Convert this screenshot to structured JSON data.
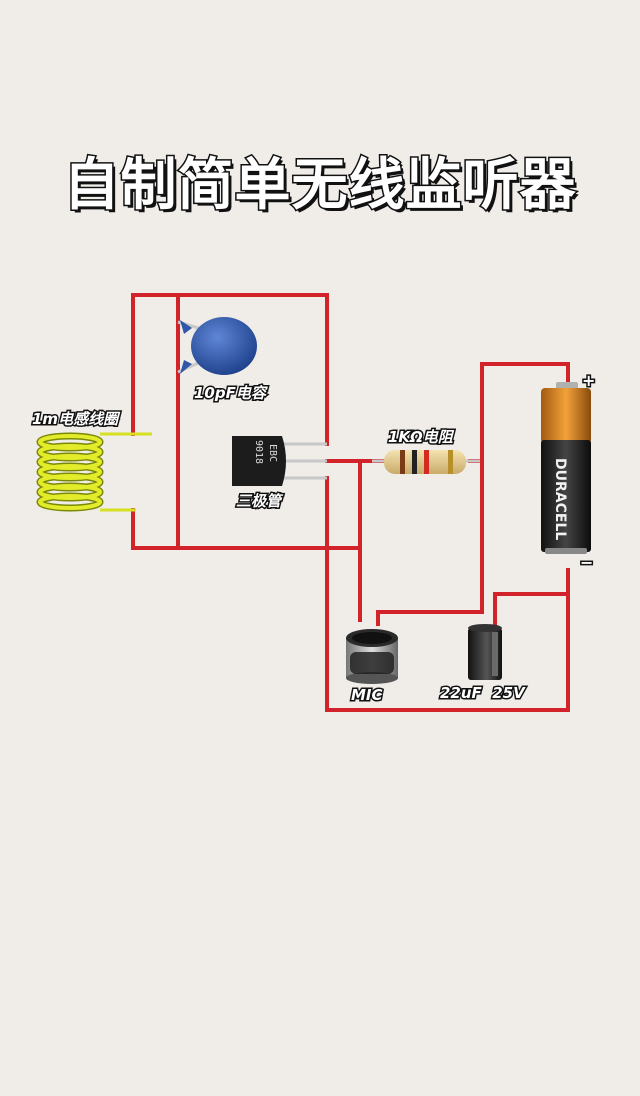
{
  "title": "自制简单无线监听器",
  "components": {
    "coil": {
      "label": "1m电感线圈",
      "icon": "coil-icon"
    },
    "capacitor_10pf": {
      "label": "10pF电容",
      "icon": "ceramic-capacitor-icon"
    },
    "transistor": {
      "label": "三极管",
      "marking": "9018",
      "pins": "EBC",
      "icon": "transistor-icon"
    },
    "resistor": {
      "label": "1KΩ电阻",
      "icon": "resistor-icon"
    },
    "battery": {
      "brand": "DURACELL",
      "plus": "+",
      "minus": "−",
      "icon": "battery-icon"
    },
    "mic": {
      "label": "MIC",
      "icon": "microphone-icon"
    },
    "electrolytic": {
      "label": "22uF  25V",
      "icon": "electrolytic-capacitor-icon"
    }
  },
  "colors": {
    "wire": "#d2232a",
    "background": "#f0ede8",
    "coil": "#d6e021",
    "capacitor": "#2f56a8"
  }
}
